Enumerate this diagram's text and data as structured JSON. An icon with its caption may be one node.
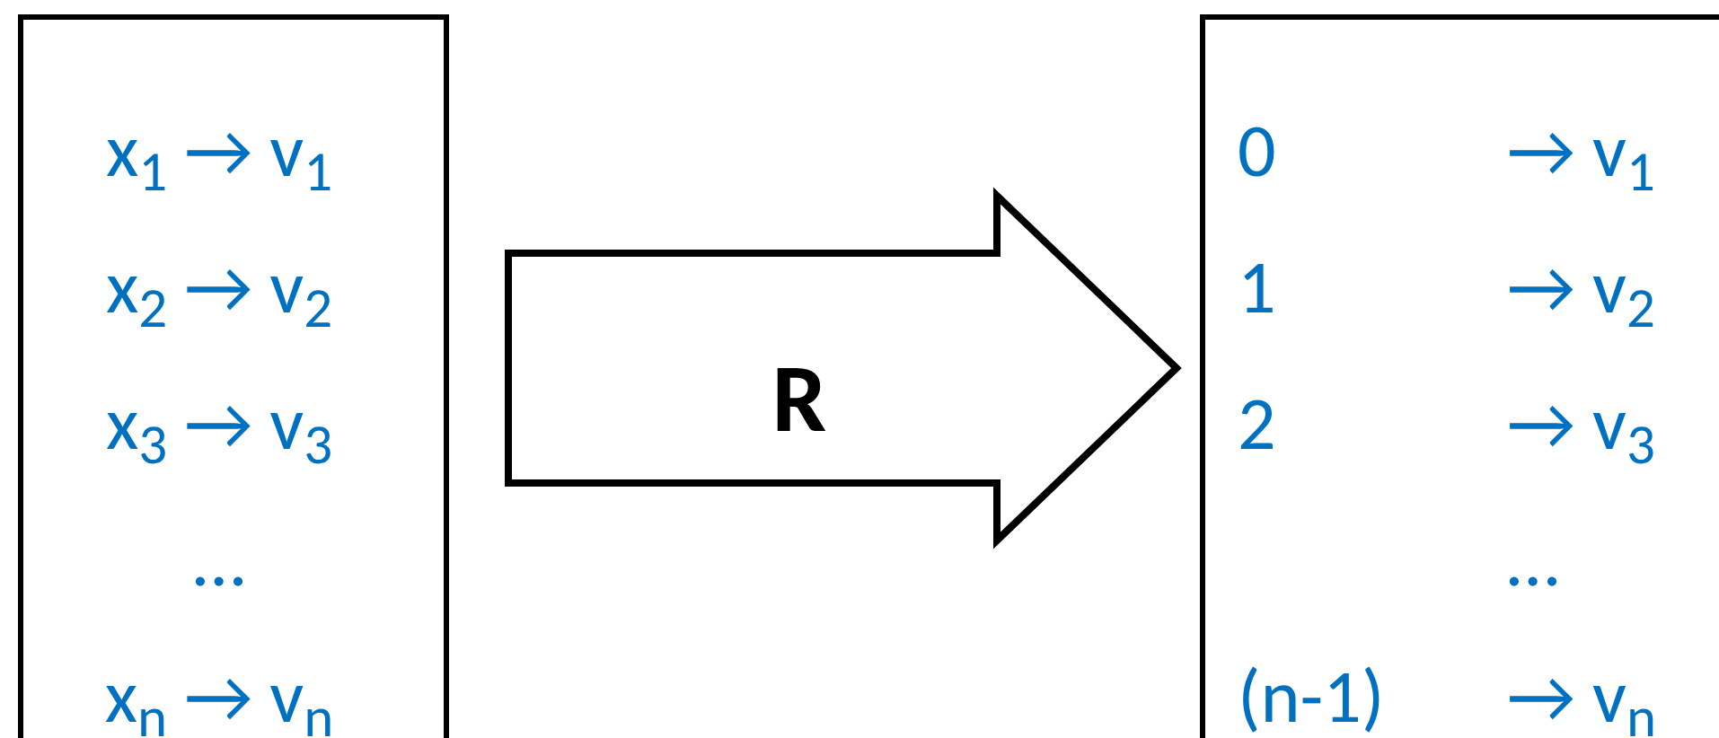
{
  "diagram": {
    "nodes": [
      {
        "text": [
          "x$_{1}$ → v$_{1}$",
          "x$_{2}$ → v$_{2}$",
          "x$_{3}$ → v$_{3}$",
          "…",
          "x$_{n}$ → v$_{n}$"
        ]
      },
      {
        "text": [
          "0",
          "→ v$_{1}$",
          "1",
          "→ v$_{2}$",
          "2",
          "→ v$_{3}$",
          "…",
          "(n-1)",
          "→ v$_{n}$"
        ]
      }
    ],
    "edges": [
      {
        "from": 0,
        "to": 1,
        "arrow": "to",
        "label": "R",
        "style": "thick"
      }
    ]
  }
}
